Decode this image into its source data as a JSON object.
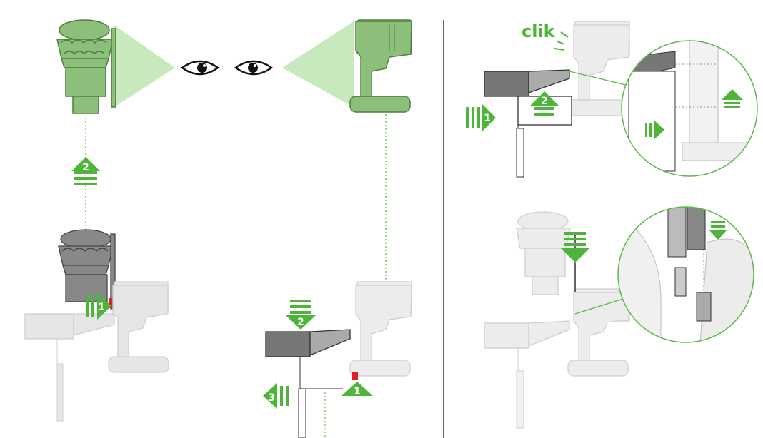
{
  "colors": {
    "green_arrow": "#4fb53a",
    "green_part": "#8cc07a",
    "green_part_dark": "#4d7e3c",
    "green_cone": "#c8e9bd",
    "gray_part": "#777777",
    "gray_part_light": "#dcdcdc",
    "gray_outline": "#cfcfcf",
    "release_tab": "#d9222a",
    "zoom_circle": "#59b845",
    "guide_dots": "#6cbf55"
  },
  "labels": {
    "step_1": "1",
    "step_2": "2",
    "step_3": "3",
    "clik": "clik"
  },
  "icons": [
    "eye-icon",
    "up-arrow-icon",
    "down-arrow-icon",
    "right-arrow-icon",
    "left-arrow-icon"
  ]
}
